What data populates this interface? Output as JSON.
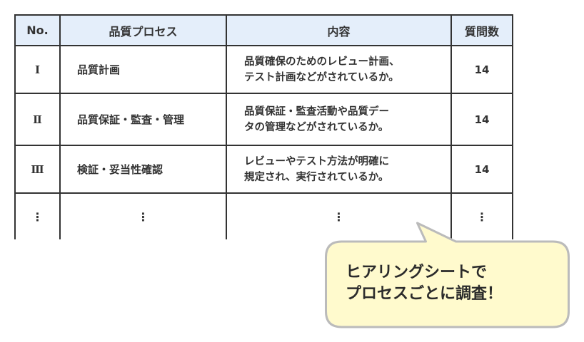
{
  "table": {
    "headers": [
      "No.",
      "品質プロセス",
      "内容",
      "質問数"
    ],
    "rows": [
      {
        "no": "Ⅰ",
        "process": "品質計画",
        "content_line1": "品質確保のためのレビュー計画、",
        "content_line2": "テスト計画などがされているか。",
        "count": "14"
      },
      {
        "no": "Ⅱ",
        "process": "品質保証・監査・管理",
        "content_line1": "品質保証・監査活動や品質デー",
        "content_line2": "タの管理などがされているか。",
        "count": "14"
      },
      {
        "no": "Ⅲ",
        "process": "検証・妥当性確認",
        "content_line1": "レビューやテスト方法が明確に",
        "content_line2": "規定され、実行されているか。",
        "count": "14"
      },
      {
        "no": "⋮",
        "process": "⋮",
        "content_line1": "⋮",
        "count": "⋮"
      }
    ]
  },
  "callout": {
    "line1": "ヒアリングシートで",
    "line2": "プロセスごとに調査！",
    "fill": "#fffacd",
    "border": "#bbbbbb"
  }
}
